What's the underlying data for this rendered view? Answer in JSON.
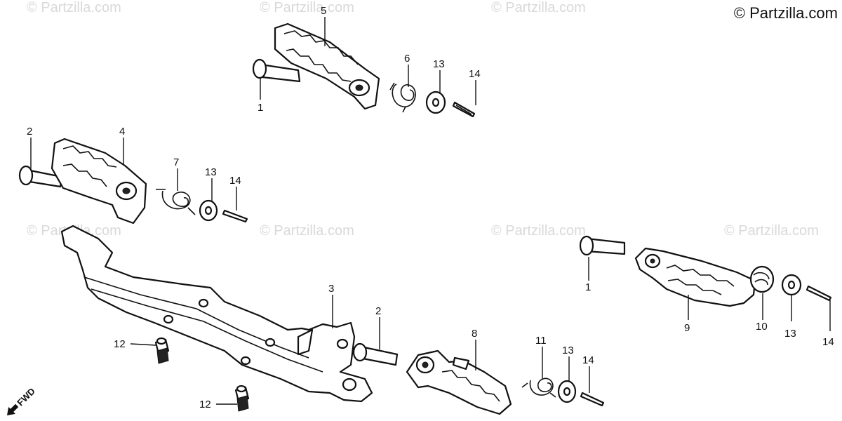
{
  "copyright": "© Partzilla.com",
  "watermark": "© Partzilla.com",
  "fwd_label": "FWD",
  "callouts": {
    "c5": "5",
    "c6": "6",
    "c13a": "13",
    "c14a": "14",
    "c1a": "1",
    "c2a": "2",
    "c4": "4",
    "c7": "7",
    "c13b": "13",
    "c14b": "14",
    "c3": "3",
    "c2b": "2",
    "c8": "8",
    "c11": "11",
    "c13c": "13",
    "c14c": "14",
    "c12a": "12",
    "c12b": "12",
    "c1b": "1",
    "c9": "9",
    "c10": "10",
    "c13d": "13",
    "c14d": "14"
  }
}
